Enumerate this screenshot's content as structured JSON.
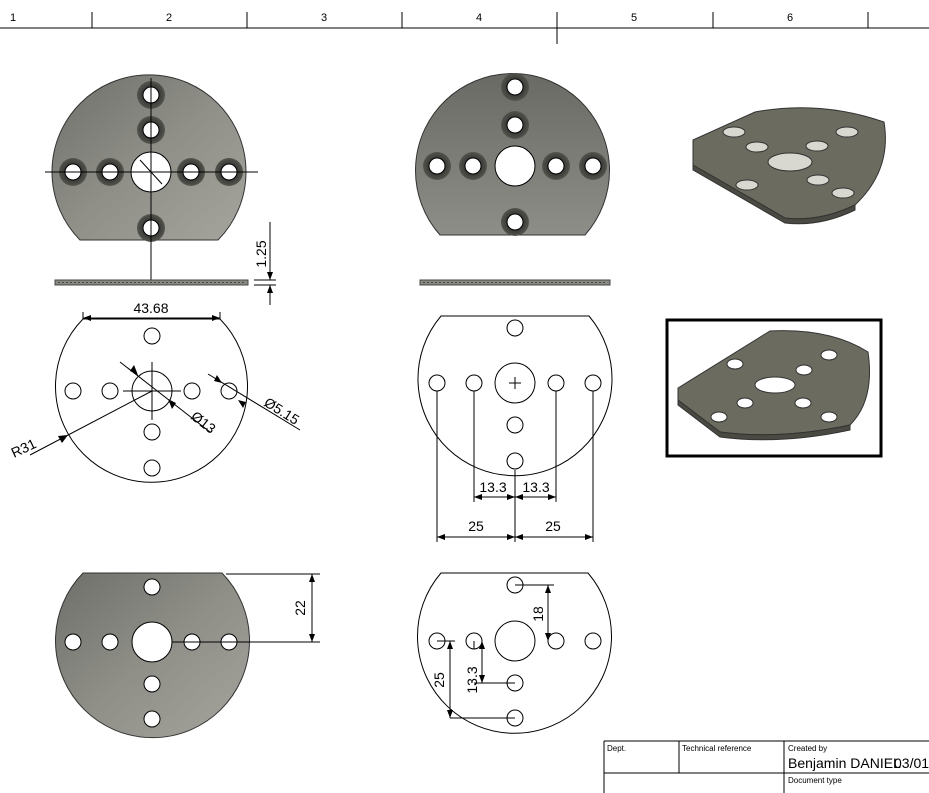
{
  "zones": [
    "1",
    "2",
    "3",
    "4",
    "5",
    "6"
  ],
  "dims": {
    "thickness": "1.25",
    "width": "43.68",
    "radius": "R31",
    "center_hole": "Ø13",
    "small_hole": "Ø5.15",
    "hole_spacing_left": "13.3",
    "hole_spacing_right": "13.3",
    "outer_spacing_left": "25",
    "outer_spacing_right": "25",
    "flat_height": "22",
    "top_offset": "18",
    "bottom_inner": "13.3",
    "bottom_outer": "25"
  },
  "title_block": {
    "dept_label": "Dept.",
    "tech_ref_label": "Technical reference",
    "created_by_label": "Created by",
    "created_by_value": "Benjamin DANIEL",
    "date_value": "03/01",
    "doc_type_label": "Document type"
  },
  "colors": {
    "plate": "#85857e",
    "plate_dark": "#6a6a63",
    "line": "#000000"
  }
}
